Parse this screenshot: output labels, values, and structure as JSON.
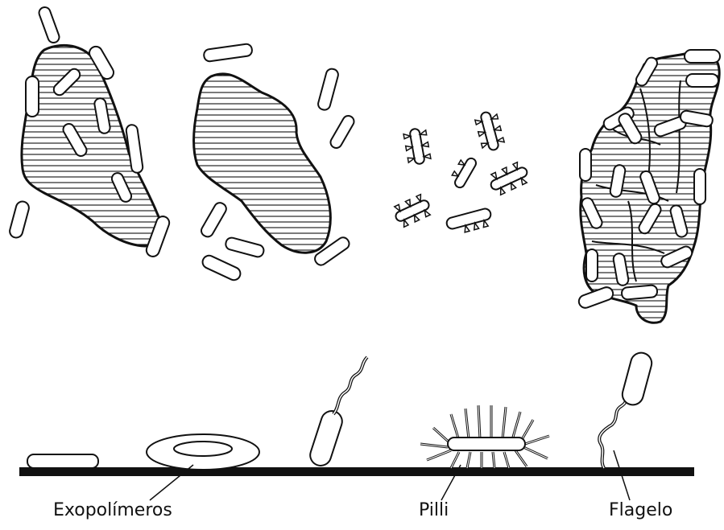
{
  "labels": {
    "exopolymers": "Exopolímeros",
    "pilli": "Pilli",
    "flagellum": "Flagelo"
  },
  "colors": {
    "stroke": "#111111",
    "fill": "#ffffff",
    "hatch": "#222222"
  }
}
